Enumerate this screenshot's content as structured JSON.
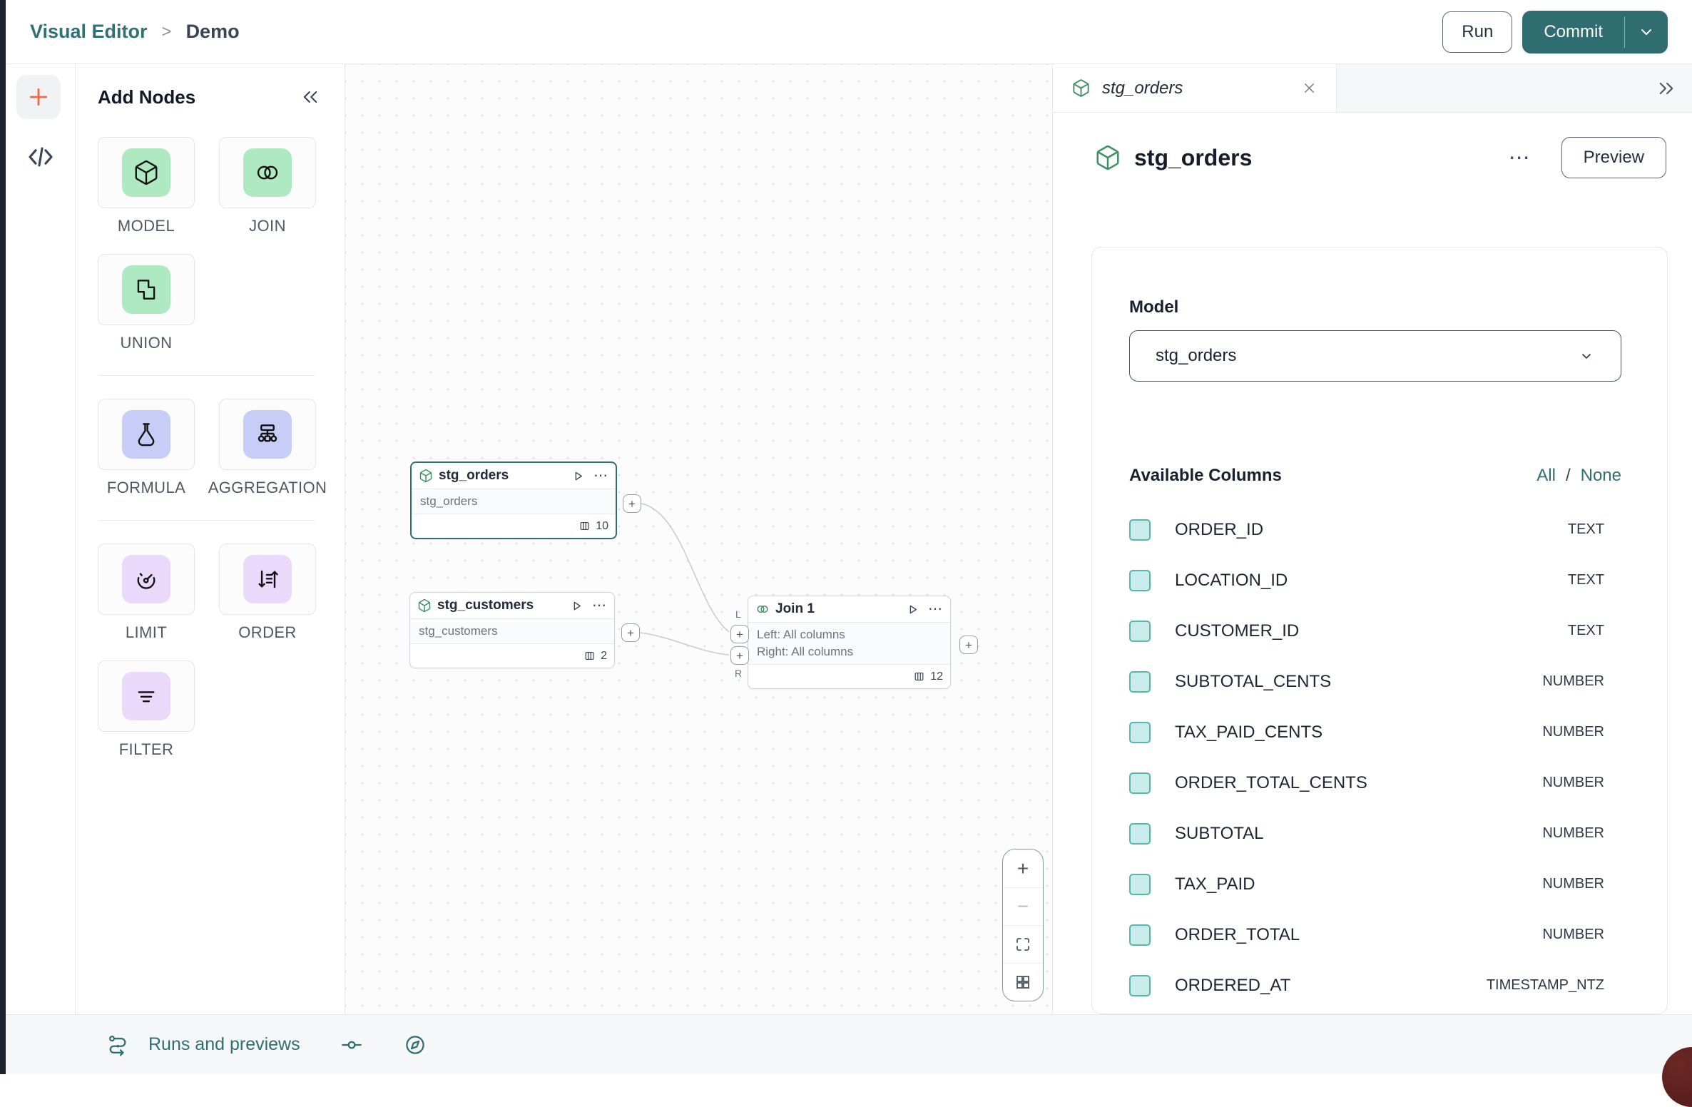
{
  "header": {
    "breadcrumb_root": "Visual Editor",
    "breadcrumb_sep": ">",
    "breadcrumb_current": "Demo",
    "run_label": "Run",
    "commit_label": "Commit"
  },
  "palette": {
    "title": "Add Nodes",
    "items": {
      "model": "MODEL",
      "join": "JOIN",
      "union": "UNION",
      "formula": "FORMULA",
      "aggregation": "AGGREGATION",
      "limit": "LIMIT",
      "order": "ORDER",
      "filter": "FILTER"
    }
  },
  "canvas": {
    "nodes": {
      "stg_orders": {
        "title": "stg_orders",
        "subtitle": "stg_orders",
        "column_count": "10"
      },
      "stg_customers": {
        "title": "stg_customers",
        "subtitle": "stg_customers",
        "column_count": "2"
      },
      "join1": {
        "title": "Join 1",
        "left_line": "Left: All columns",
        "right_line": "Right: All columns",
        "column_count": "12"
      }
    },
    "ports": {
      "plus": "+",
      "left_label": "L",
      "right_label": "R"
    }
  },
  "zoom_controls": {
    "zoom_in": "+",
    "zoom_out": "−"
  },
  "right_panel": {
    "tab_title": "stg_orders",
    "title": "stg_orders",
    "more": "⋯",
    "preview_label": "Preview",
    "model_label": "Model",
    "model_value": "stg_orders",
    "columns_title": "Available Columns",
    "select_all": "All",
    "select_separator": "/",
    "select_none": "None",
    "columns": [
      {
        "name": "ORDER_ID",
        "type": "TEXT"
      },
      {
        "name": "LOCATION_ID",
        "type": "TEXT"
      },
      {
        "name": "CUSTOMER_ID",
        "type": "TEXT"
      },
      {
        "name": "SUBTOTAL_CENTS",
        "type": "NUMBER"
      },
      {
        "name": "TAX_PAID_CENTS",
        "type": "NUMBER"
      },
      {
        "name": "ORDER_TOTAL_CENTS",
        "type": "NUMBER"
      },
      {
        "name": "SUBTOTAL",
        "type": "NUMBER"
      },
      {
        "name": "TAX_PAID",
        "type": "NUMBER"
      },
      {
        "name": "ORDER_TOTAL",
        "type": "NUMBER"
      },
      {
        "name": "ORDERED_AT",
        "type": "TIMESTAMP_NTZ"
      }
    ]
  },
  "bottom_bar": {
    "runs_label": "Runs and previews"
  },
  "icons": {
    "ellipsis": "⋯"
  },
  "colors": {
    "accent_teal": "#2e6f72",
    "node_green": "#3f9164",
    "tile_green": "#aee9c2",
    "tile_periwinkle": "#c7cdf6",
    "tile_lavender": "#ead9fb",
    "checkbox_border": "#57b6af",
    "checkbox_fill": "#c9ebe9",
    "dark_edge": "#1b2330"
  }
}
